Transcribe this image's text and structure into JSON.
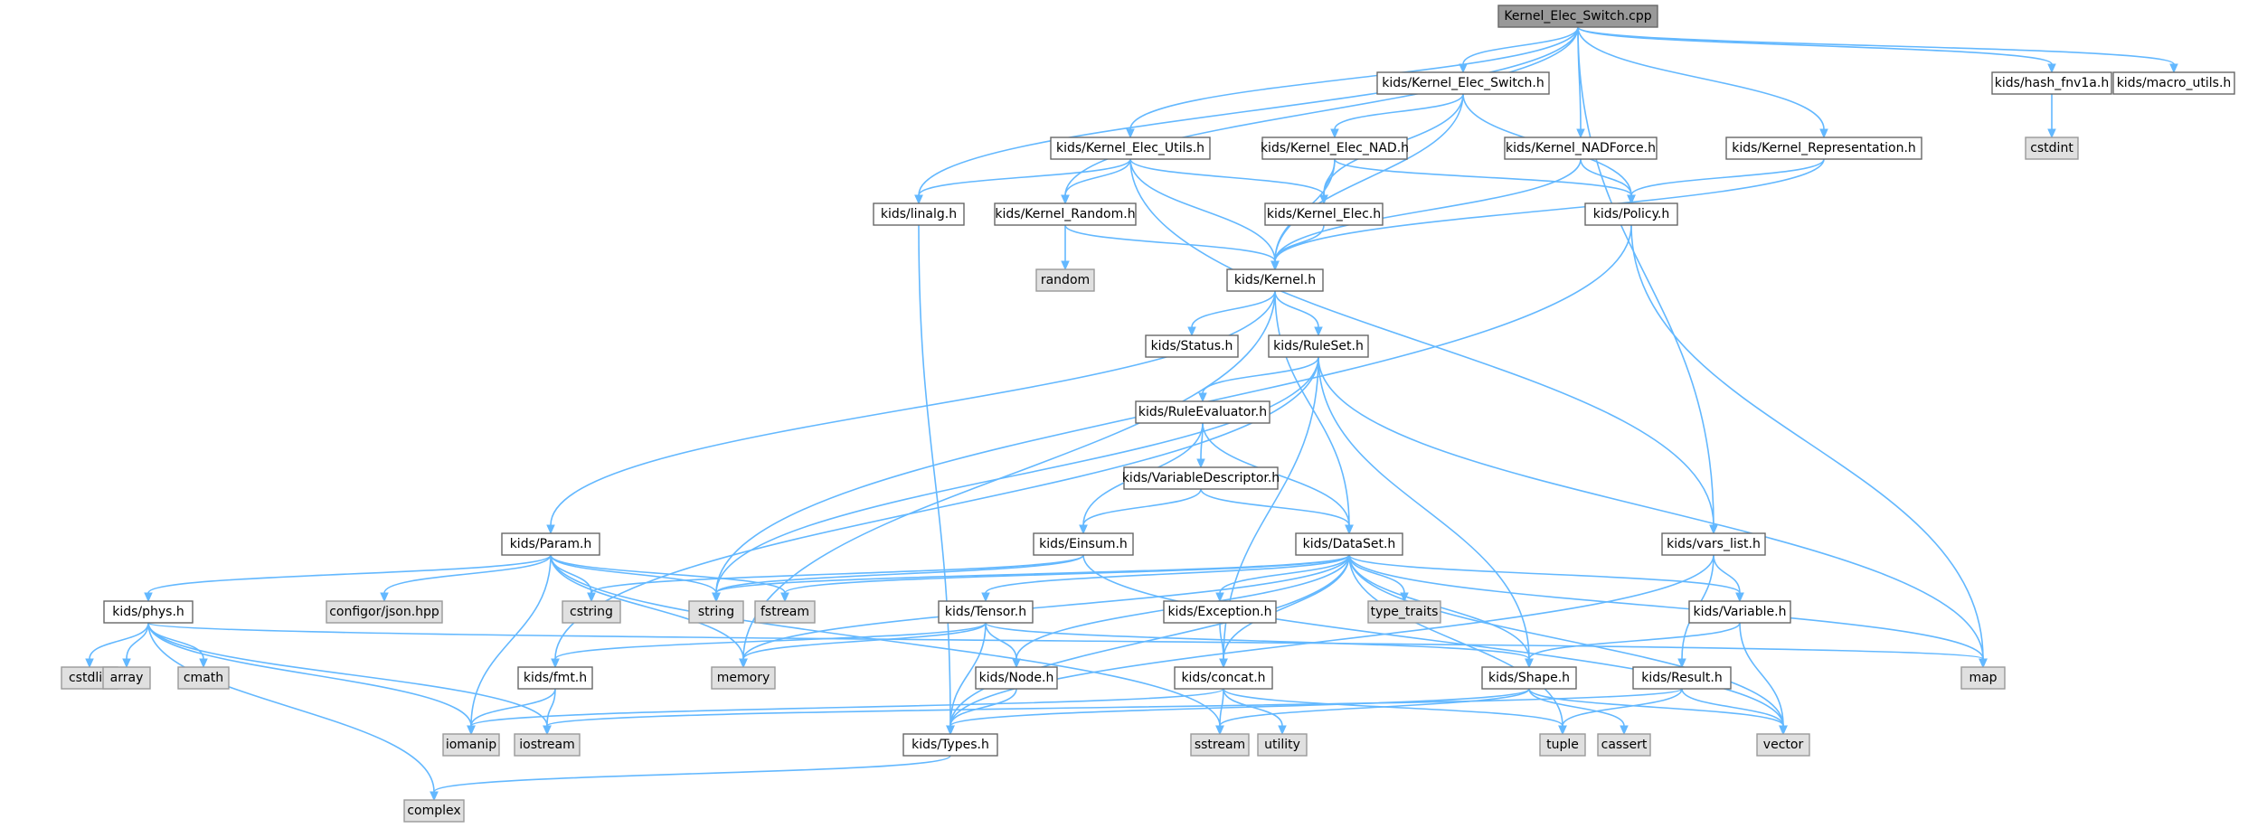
{
  "graph": {
    "nodes": [
      {
        "id": "root",
        "label": "Kernel_Elec_Switch.cpp",
        "kind": "root"
      },
      {
        "id": "switch_h",
        "label": "kids/Kernel_Elec_Switch.h",
        "kind": "header"
      },
      {
        "id": "hash",
        "label": "kids/hash_fnv1a.h",
        "kind": "header"
      },
      {
        "id": "macro",
        "label": "kids/macro_utils.h",
        "kind": "header"
      },
      {
        "id": "cstdint",
        "label": "cstdint",
        "kind": "system"
      },
      {
        "id": "utils",
        "label": "kids/Kernel_Elec_Utils.h",
        "kind": "header"
      },
      {
        "id": "nad",
        "label": "kids/Kernel_Elec_NAD.h",
        "kind": "header"
      },
      {
        "id": "nadforce",
        "label": "kids/Kernel_NADForce.h",
        "kind": "header"
      },
      {
        "id": "repr",
        "label": "kids/Kernel_Representation.h",
        "kind": "header"
      },
      {
        "id": "linalg",
        "label": "kids/linalg.h",
        "kind": "header"
      },
      {
        "id": "random_h",
        "label": "kids/Kernel_Random.h",
        "kind": "header"
      },
      {
        "id": "elec",
        "label": "kids/Kernel_Elec.h",
        "kind": "header"
      },
      {
        "id": "policy",
        "label": "kids/Policy.h",
        "kind": "header"
      },
      {
        "id": "random",
        "label": "random",
        "kind": "system"
      },
      {
        "id": "kernel",
        "label": "kids/Kernel.h",
        "kind": "header"
      },
      {
        "id": "status",
        "label": "kids/Status.h",
        "kind": "header"
      },
      {
        "id": "ruleset",
        "label": "kids/RuleSet.h",
        "kind": "header"
      },
      {
        "id": "ruleeval",
        "label": "kids/RuleEvaluator.h",
        "kind": "header"
      },
      {
        "id": "vardesc",
        "label": "kids/VariableDescriptor.h",
        "kind": "header"
      },
      {
        "id": "param",
        "label": "kids/Param.h",
        "kind": "header"
      },
      {
        "id": "einsum",
        "label": "kids/Einsum.h",
        "kind": "header"
      },
      {
        "id": "dataset",
        "label": "kids/DataSet.h",
        "kind": "header"
      },
      {
        "id": "varslist",
        "label": "kids/vars_list.h",
        "kind": "header"
      },
      {
        "id": "phys",
        "label": "kids/phys.h",
        "kind": "header"
      },
      {
        "id": "json",
        "label": "configor/json.hpp",
        "kind": "system"
      },
      {
        "id": "cstring",
        "label": "cstring",
        "kind": "system"
      },
      {
        "id": "string",
        "label": "string",
        "kind": "system"
      },
      {
        "id": "fstream",
        "label": "fstream",
        "kind": "system"
      },
      {
        "id": "tensor",
        "label": "kids/Tensor.h",
        "kind": "header"
      },
      {
        "id": "exception",
        "label": "kids/Exception.h",
        "kind": "header"
      },
      {
        "id": "typetraits",
        "label": "type_traits",
        "kind": "system"
      },
      {
        "id": "variable",
        "label": "kids/Variable.h",
        "kind": "header"
      },
      {
        "id": "cstdlib",
        "label": "cstdlib",
        "kind": "system"
      },
      {
        "id": "array",
        "label": "array",
        "kind": "system"
      },
      {
        "id": "cmath",
        "label": "cmath",
        "kind": "system"
      },
      {
        "id": "fmt",
        "label": "kids/fmt.h",
        "kind": "header"
      },
      {
        "id": "memory",
        "label": "memory",
        "kind": "system"
      },
      {
        "id": "node",
        "label": "kids/Node.h",
        "kind": "header"
      },
      {
        "id": "concat",
        "label": "kids/concat.h",
        "kind": "header"
      },
      {
        "id": "shape",
        "label": "kids/Shape.h",
        "kind": "header"
      },
      {
        "id": "result",
        "label": "kids/Result.h",
        "kind": "header"
      },
      {
        "id": "map",
        "label": "map",
        "kind": "system"
      },
      {
        "id": "iomanip",
        "label": "iomanip",
        "kind": "system"
      },
      {
        "id": "iostream",
        "label": "iostream",
        "kind": "system"
      },
      {
        "id": "types",
        "label": "kids/Types.h",
        "kind": "header"
      },
      {
        "id": "sstream",
        "label": "sstream",
        "kind": "system"
      },
      {
        "id": "utility",
        "label": "utility",
        "kind": "system"
      },
      {
        "id": "tuple",
        "label": "tuple",
        "kind": "system"
      },
      {
        "id": "cassert",
        "label": "cassert",
        "kind": "system"
      },
      {
        "id": "vector",
        "label": "vector",
        "kind": "system"
      },
      {
        "id": "complex",
        "label": "complex",
        "kind": "system"
      }
    ],
    "edges": [
      [
        "root",
        "switch_h"
      ],
      [
        "root",
        "hash"
      ],
      [
        "root",
        "macro"
      ],
      [
        "root",
        "utils"
      ],
      [
        "root",
        "nadforce"
      ],
      [
        "root",
        "repr"
      ],
      [
        "root",
        "linalg"
      ],
      [
        "root",
        "random_h"
      ],
      [
        "root",
        "varslist"
      ],
      [
        "hash",
        "cstdint"
      ],
      [
        "switch_h",
        "nad"
      ],
      [
        "switch_h",
        "elec"
      ],
      [
        "switch_h",
        "kernel"
      ],
      [
        "switch_h",
        "policy"
      ],
      [
        "utils",
        "linalg"
      ],
      [
        "utils",
        "random_h"
      ],
      [
        "utils",
        "elec"
      ],
      [
        "utils",
        "kernel"
      ],
      [
        "utils",
        "varslist"
      ],
      [
        "nad",
        "elec"
      ],
      [
        "nad",
        "kernel"
      ],
      [
        "nad",
        "policy"
      ],
      [
        "nadforce",
        "policy"
      ],
      [
        "nadforce",
        "kernel"
      ],
      [
        "repr",
        "policy"
      ],
      [
        "repr",
        "kernel"
      ],
      [
        "linalg",
        "types"
      ],
      [
        "random_h",
        "random"
      ],
      [
        "random_h",
        "kernel"
      ],
      [
        "elec",
        "kernel"
      ],
      [
        "policy",
        "map"
      ],
      [
        "policy",
        "string"
      ],
      [
        "kernel",
        "status"
      ],
      [
        "kernel",
        "ruleset"
      ],
      [
        "kernel",
        "param"
      ],
      [
        "kernel",
        "dataset"
      ],
      [
        "kernel",
        "memory"
      ],
      [
        "ruleset",
        "ruleeval"
      ],
      [
        "ruleset",
        "string"
      ],
      [
        "ruleset",
        "fmt"
      ],
      [
        "ruleset",
        "concat"
      ],
      [
        "ruleset",
        "shape"
      ],
      [
        "ruleset",
        "map"
      ],
      [
        "ruleeval",
        "vardesc"
      ],
      [
        "ruleeval",
        "einsum"
      ],
      [
        "ruleeval",
        "dataset"
      ],
      [
        "vardesc",
        "einsum"
      ],
      [
        "vardesc",
        "dataset"
      ],
      [
        "param",
        "phys"
      ],
      [
        "param",
        "json"
      ],
      [
        "param",
        "cstring"
      ],
      [
        "param",
        "string"
      ],
      [
        "param",
        "fstream"
      ],
      [
        "param",
        "iomanip"
      ],
      [
        "param",
        "memory"
      ],
      [
        "param",
        "sstream"
      ],
      [
        "einsum",
        "cstring"
      ],
      [
        "einsum",
        "string"
      ],
      [
        "einsum",
        "vector"
      ],
      [
        "dataset",
        "tensor"
      ],
      [
        "dataset",
        "exception"
      ],
      [
        "dataset",
        "typetraits"
      ],
      [
        "dataset",
        "variable"
      ],
      [
        "dataset",
        "fstream"
      ],
      [
        "dataset",
        "string"
      ],
      [
        "dataset",
        "memory"
      ],
      [
        "dataset",
        "node"
      ],
      [
        "dataset",
        "concat"
      ],
      [
        "dataset",
        "shape"
      ],
      [
        "dataset",
        "types"
      ],
      [
        "dataset",
        "tuple"
      ],
      [
        "dataset",
        "map"
      ],
      [
        "dataset",
        "vector"
      ],
      [
        "varslist",
        "variable"
      ],
      [
        "varslist",
        "result"
      ],
      [
        "varslist",
        "types"
      ],
      [
        "phys",
        "cstdlib"
      ],
      [
        "phys",
        "array"
      ],
      [
        "phys",
        "cmath"
      ],
      [
        "phys",
        "iomanip"
      ],
      [
        "phys",
        "iostream"
      ],
      [
        "phys",
        "map"
      ],
      [
        "phys",
        "complex"
      ],
      [
        "tensor",
        "fmt"
      ],
      [
        "tensor",
        "node"
      ],
      [
        "tensor",
        "types"
      ],
      [
        "tensor",
        "memory"
      ],
      [
        "tensor",
        "shape"
      ],
      [
        "exception",
        "concat"
      ],
      [
        "variable",
        "shape"
      ],
      [
        "variable",
        "vector"
      ],
      [
        "fmt",
        "iomanip"
      ],
      [
        "fmt",
        "iostream"
      ],
      [
        "node",
        "types"
      ],
      [
        "concat",
        "iomanip"
      ],
      [
        "concat",
        "sstream"
      ],
      [
        "concat",
        "utility"
      ],
      [
        "concat",
        "tuple"
      ],
      [
        "shape",
        "types"
      ],
      [
        "shape",
        "sstream"
      ],
      [
        "shape",
        "cassert"
      ],
      [
        "shape",
        "vector"
      ],
      [
        "result",
        "iostream"
      ],
      [
        "result",
        "tuple"
      ],
      [
        "result",
        "vector"
      ],
      [
        "types",
        "complex"
      ]
    ]
  }
}
